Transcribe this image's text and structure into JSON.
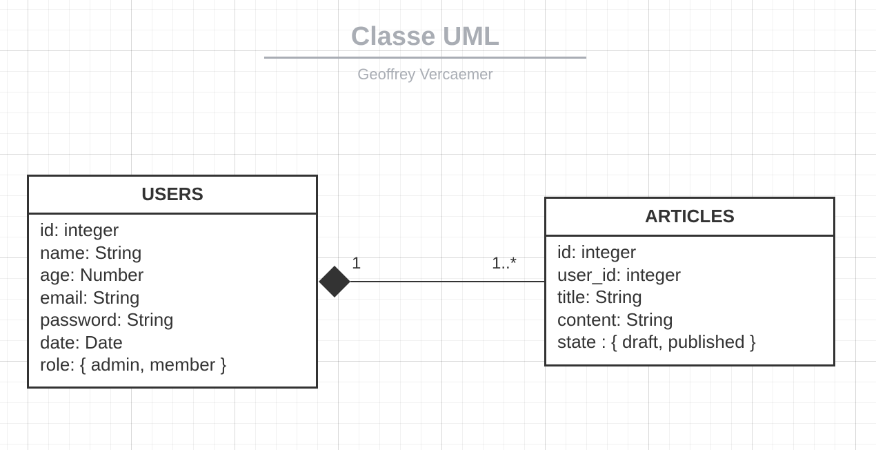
{
  "diagram": {
    "title": "Classe UML",
    "subtitle": "Geoffrey Vercaemer",
    "classes": {
      "users": {
        "name": "USERS",
        "attributes": [
          "id: integer",
          "name: String",
          "age: Number",
          "email: String",
          "password: String",
          "date: Date",
          "role: { admin, member }"
        ]
      },
      "articles": {
        "name": "ARTICLES",
        "attributes": [
          "id: integer",
          "user_id: integer",
          "title: String",
          "content: String",
          "state : { draft, published }"
        ]
      }
    },
    "association": {
      "type": "composition",
      "source_multiplicity": "1",
      "target_multiplicity": "1..*"
    },
    "colors": {
      "stroke": "#333333",
      "title": "#a9adb4",
      "background": "#ffffff",
      "grid": "#e6e6e6"
    }
  }
}
